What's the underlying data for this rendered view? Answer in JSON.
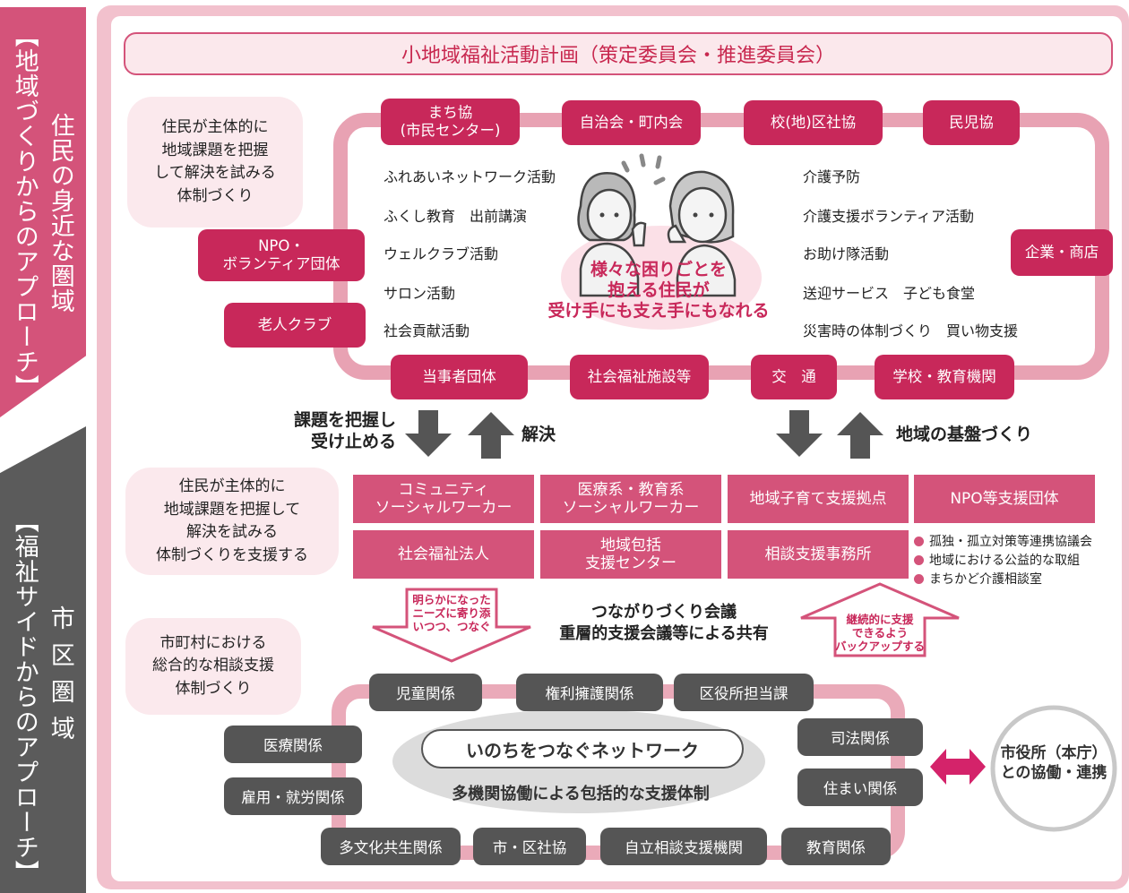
{
  "side": {
    "top_text": "【地域づくりからのアプローチ】",
    "top_sub": "住民の身近な圏域",
    "bottom_text": "【福祉サイドからのアプローチ】",
    "bottom_sub": "市区圏域"
  },
  "title": "小地域福祉活動計画（策定委員会・推進委員会）",
  "upper": {
    "blob": [
      "住民が主体的に",
      "地域課題を把握",
      "して解決を試みる",
      "体制づくり"
    ],
    "top_orgs": [
      [
        "まち協",
        "(市民センター)"
      ],
      [
        "自治会・町内会"
      ],
      [
        "校(地)区社協"
      ],
      [
        "民児協"
      ]
    ],
    "left_orgs": [
      [
        "NPO・",
        "ボランティア団体"
      ],
      [
        "老人クラブ"
      ]
    ],
    "right_orgs": [
      [
        "企業・商店"
      ]
    ],
    "bottom_orgs": [
      "当事者団体",
      "社会福祉施設等",
      "交　通",
      "学校・教育機関"
    ],
    "left_activities": [
      "ふれあいネットワーク活動",
      "ふくし教育　出前講演",
      "ウェルクラブ活動",
      "サロン活動",
      "社会貢献活動"
    ],
    "right_activities": [
      "介護予防",
      "介護支援ボランティア活動",
      "お助け隊活動",
      "送迎サービス　子ども食堂",
      "災害時の体制づくり　買い物支援"
    ],
    "center": [
      "様々な困りごとを",
      "抱える住民が",
      "受け手にも支え手にもなれる"
    ]
  },
  "arrows": {
    "left_down": [
      "課題を把握し",
      "受け止める"
    ],
    "left_up": "解決",
    "right_up": "地域の基盤づくり"
  },
  "middle": {
    "blob": [
      "住民が主体的に",
      "地域課題を把握して",
      "解決を試みる",
      "体制づくりを支援する"
    ],
    "boxes": [
      [
        "コミュニティ",
        "ソーシャルワーカー"
      ],
      [
        "医療系・教育系",
        "ソーシャルワーカー"
      ],
      [
        "地域子育て支援拠点"
      ],
      [
        "NPO等支援団体"
      ],
      [
        "社会福祉法人"
      ],
      [
        "地域包括",
        "支援センター"
      ],
      [
        "相談支援事務所"
      ]
    ],
    "notes": [
      "孤独・孤立対策等連携協議会",
      "地域における公益的な取組",
      "まちかど介護相談室"
    ]
  },
  "connect": {
    "down_arrow": [
      "明らかになった",
      "ニーズに寄り添",
      "いつつ、つなぐ"
    ],
    "center": [
      "つながりづくり会議",
      "重層的支援会議等による共有"
    ],
    "up_arrow": [
      "継続的に支援",
      "できるよう",
      "バックアップする"
    ]
  },
  "lower": {
    "blob": [
      "市町村における",
      "総合的な相談支援",
      "体制づくり"
    ],
    "top": [
      "児童関係",
      "権利擁護関係",
      "区役所担当課"
    ],
    "left": [
      "医療関係",
      "雇用・就労関係"
    ],
    "right": [
      "司法関係",
      "住まい関係"
    ],
    "bottom": [
      "多文化共生関係",
      "市・区社協",
      "自立相談支援機関",
      "教育関係"
    ],
    "network_title": "いのちをつなぐネットワーク",
    "network_sub": "多機関協働による包括的な支援体制",
    "city": [
      "市役所（本庁）",
      "との協働・連携"
    ]
  },
  "colors": {
    "pink": "#c8285a",
    "pink_mid": "#d4537a",
    "pink_loop": "#e8a2b3",
    "gray": "#555555",
    "blob": "#fbe9ed"
  }
}
